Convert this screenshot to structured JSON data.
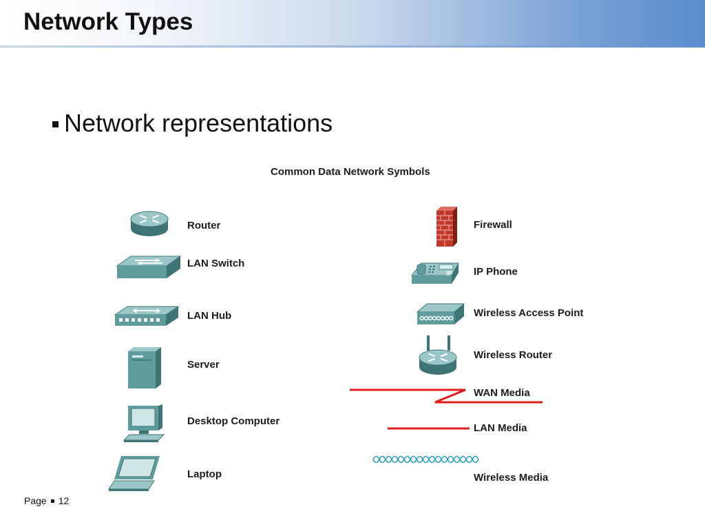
{
  "slide": {
    "title": "Network Types",
    "bullet": "Network representations",
    "footer_page_label": "Page",
    "footer_page_number": "12"
  },
  "figure": {
    "title": "Common Data Network Symbols",
    "left_symbols": [
      {
        "label": "Router",
        "icon": "router-icon"
      },
      {
        "label": "LAN Switch",
        "icon": "lan-switch-icon"
      },
      {
        "label": "LAN Hub",
        "icon": "lan-hub-icon"
      },
      {
        "label": "Server",
        "icon": "server-icon"
      },
      {
        "label": "Desktop Computer",
        "icon": "desktop-computer-icon"
      },
      {
        "label": "Laptop",
        "icon": "laptop-icon"
      }
    ],
    "right_symbols": [
      {
        "label": "Firewall",
        "icon": "firewall-icon"
      },
      {
        "label": "IP Phone",
        "icon": "ip-phone-icon"
      },
      {
        "label": "Wireless Access Point",
        "icon": "wireless-access-point-icon"
      },
      {
        "label": "Wireless Router",
        "icon": "wireless-router-icon"
      },
      {
        "label": "WAN Media",
        "icon": "wan-media-icon"
      },
      {
        "label": "LAN Media",
        "icon": "lan-media-icon"
      },
      {
        "label": "Wireless Media",
        "icon": "wireless-media-icon"
      }
    ],
    "ip_phone_badge": "IP"
  },
  "colors": {
    "device_teal": "#5f9c9e",
    "device_dark": "#3e7476",
    "device_light": "#9cc7c8",
    "firewall_red": "#c0392b",
    "media_red": "#e01b1b",
    "wireless_blue": "#2a9fc0"
  }
}
